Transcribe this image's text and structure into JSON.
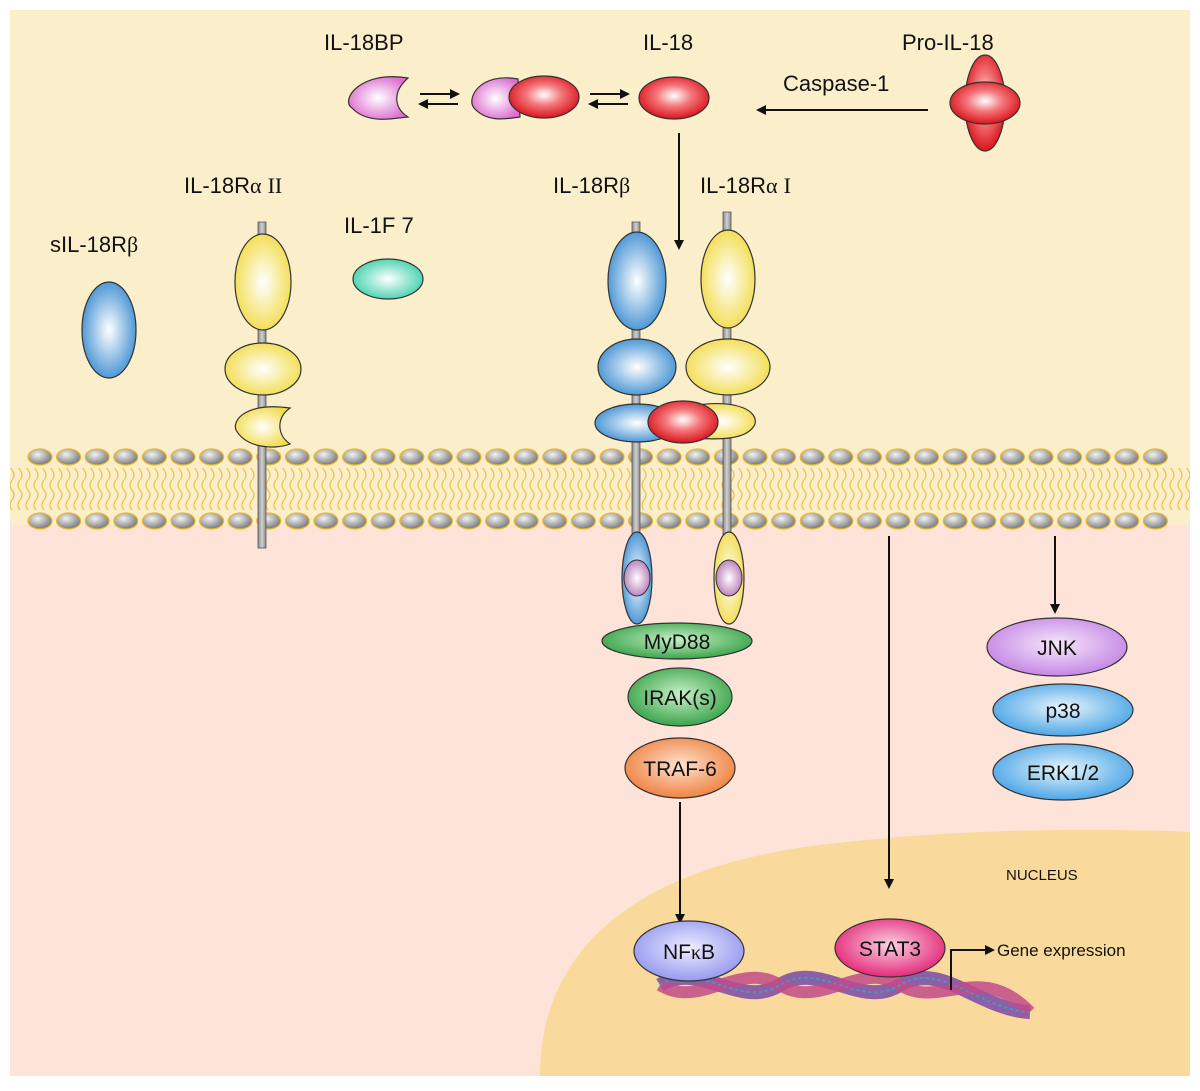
{
  "labels": {
    "il18bp": "IL-18BP",
    "il18": "IL-18",
    "pro_il18": "Pro-IL-18",
    "caspase1": "Caspase-1",
    "sil18rb": "sIL-18R",
    "il18ra2": "IL-18R",
    "il18ra2_suffix": "II",
    "il1f7": "IL-1F 7",
    "il18rb": "IL-18R",
    "il18ra1": "IL-18R",
    "il18ra1_suffix": "I",
    "beta": "β",
    "alpha": "α",
    "nucleus": "NUCLEUS",
    "gene_expression": "Gene expression"
  },
  "nodes": {
    "myd88": "MyD88",
    "irak": "IRAK(s)",
    "traf6": "TRAF-6",
    "nfkb_prefix": "NF",
    "nfkb_kappa": "κ",
    "nfkb_suffix": "B",
    "stat3": "STAT3",
    "jnk": "JNK",
    "p38": "p38",
    "erk": "ERK1/2"
  },
  "colors": {
    "background": "#fbefcb",
    "cytoplasm": "#fde3d8",
    "nucleus": "#f9da9c",
    "il18_red": "#e8242c",
    "il18bp_pink": "#e486d8",
    "receptor_blue": "#4a98d6",
    "receptor_yellow": "#f5e05a",
    "il1f7_teal": "#4fd6b4",
    "myd88_green": "#3bb24c",
    "traf6_orange": "#f28a4a",
    "jnk_violet": "#c98be8",
    "p38_blue": "#4aa8e8",
    "stat3_pink": "#e8287a",
    "nfkb_lavender": "#9a9cf2"
  }
}
